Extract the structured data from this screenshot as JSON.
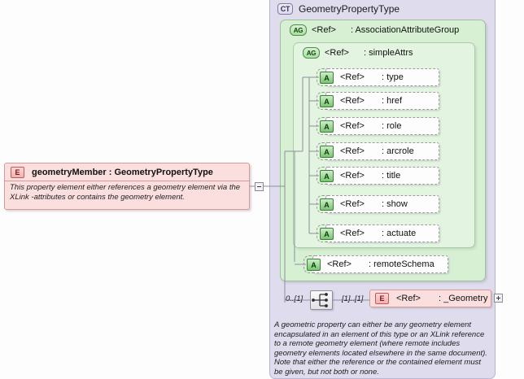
{
  "diagram": {
    "type": "xml-schema-element-diagram",
    "colors": {
      "complex_type_panel": "#dfdcee",
      "attribute_group_outer": "#d7f0d4",
      "attribute_group_inner": "#e3f5e0",
      "element_box": "#fbdede",
      "element_border": "#d79a9a",
      "attribute_row": "#fdfdfd"
    }
  },
  "element": {
    "badge": "E",
    "badge_name": "element-icon",
    "title": "geometryMember  : GeometryPropertyType",
    "description": "This property element either references a geometry element via the XLink -attributes or contains the geometry element.",
    "collapse_toggle": "−"
  },
  "complex_type": {
    "badge": "CT",
    "badge_name": "complex-type-icon",
    "title": "GeometryPropertyType"
  },
  "attribute_groups": [
    {
      "badge": "AG",
      "ref": "<Ref>",
      "name": ": AssociationAttributeGroup"
    },
    {
      "badge": "AG",
      "ref": "<Ref>",
      "name": ": simpleAttrs"
    }
  ],
  "attributes": [
    {
      "badge": "A",
      "ref": "<Ref>",
      "name": ": type"
    },
    {
      "badge": "A",
      "ref": "<Ref>",
      "name": ": href"
    },
    {
      "badge": "A",
      "ref": "<Ref>",
      "name": ": role"
    },
    {
      "badge": "A",
      "ref": "<Ref>",
      "name": ": arcrole"
    },
    {
      "badge": "A",
      "ref": "<Ref>",
      "name": ": title"
    },
    {
      "badge": "A",
      "ref": "<Ref>",
      "name": ": show"
    },
    {
      "badge": "A",
      "ref": "<Ref>",
      "name": ": actuate"
    }
  ],
  "remote_schema_attribute": {
    "badge": "A",
    "ref": "<Ref>",
    "name": ": remoteSchema"
  },
  "sequence": {
    "icon_name": "sequence-connector-icon",
    "left_cardinality": "0..[1]",
    "right_cardinality": "[1]..[1]"
  },
  "geometry_element": {
    "badge": "E",
    "badge_name": "element-icon",
    "ref": "<Ref>",
    "name": ": _Geometry",
    "expand_toggle": "+"
  },
  "annotation": {
    "text": "A geometric property can either be any geometry element encapsulated in an element of this type or an XLink reference to a remote geometry element (where remote includes geometry elements located elsewhere in the same document). Note that either the reference or the contained element must be given, but not both or none."
  }
}
